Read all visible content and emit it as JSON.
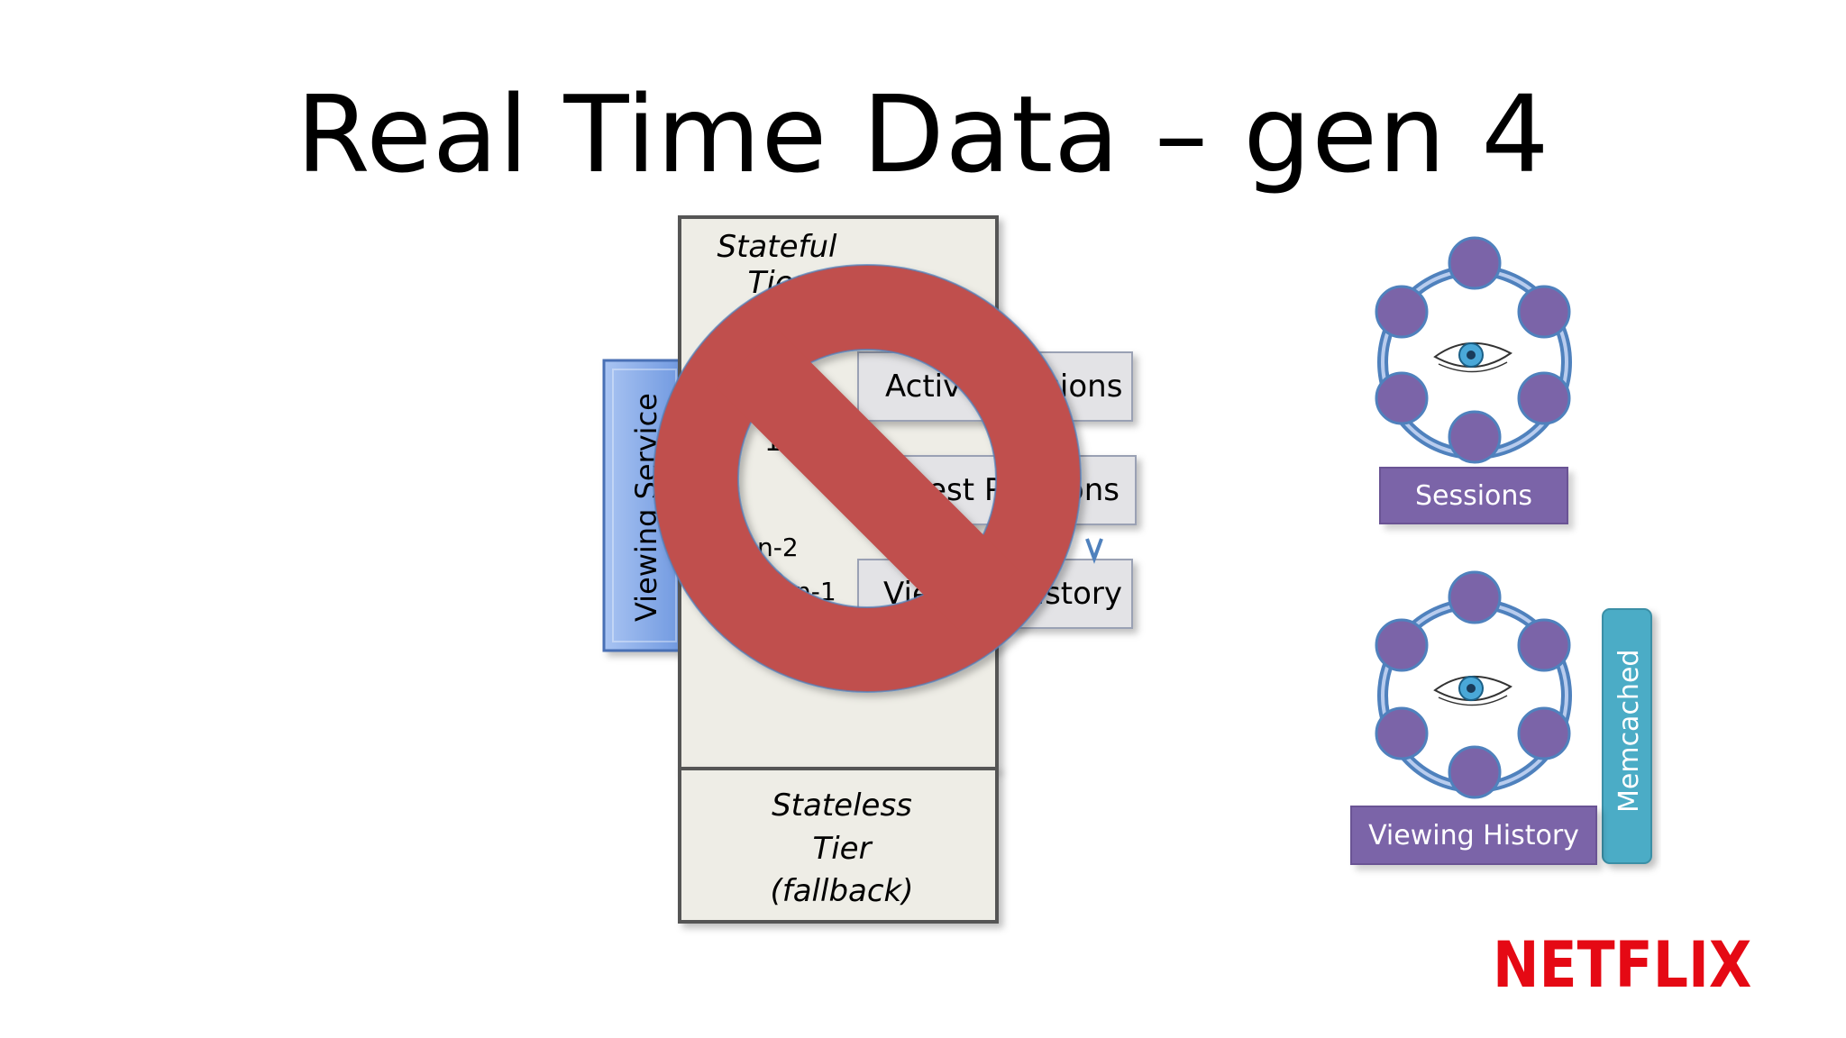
{
  "slide": {
    "title": "Real Time Data – gen 4"
  },
  "stateful_tier": {
    "label_line1": "Stateful",
    "label_line2": "Tier"
  },
  "stateless_tier": {
    "line1": "Stateless",
    "line2": "Tier",
    "line3": "(fallback)"
  },
  "viewing_service": {
    "label": "Viewing Service"
  },
  "ring_nodes": {
    "n2": "n-2",
    "n1": "n-1",
    "partial": "1"
  },
  "boxes": {
    "active_sessions": "Active Sessions",
    "latest_positions": "Latest Positions",
    "viewing_history": "Viewing History"
  },
  "clusters": {
    "sessions": "Sessions",
    "viewing_history": "Viewing History",
    "memcached": "Memcached"
  },
  "brand": {
    "logo_text": "NETFLIX"
  },
  "colors": {
    "prohibition": "#c0504d",
    "node_purple": "#7b64a8",
    "ring_blue": "#4f81bd",
    "memcached_teal": "#4bacc6",
    "viewing_service_blue": "#7aa3e8",
    "netflix_red": "#e50914"
  }
}
